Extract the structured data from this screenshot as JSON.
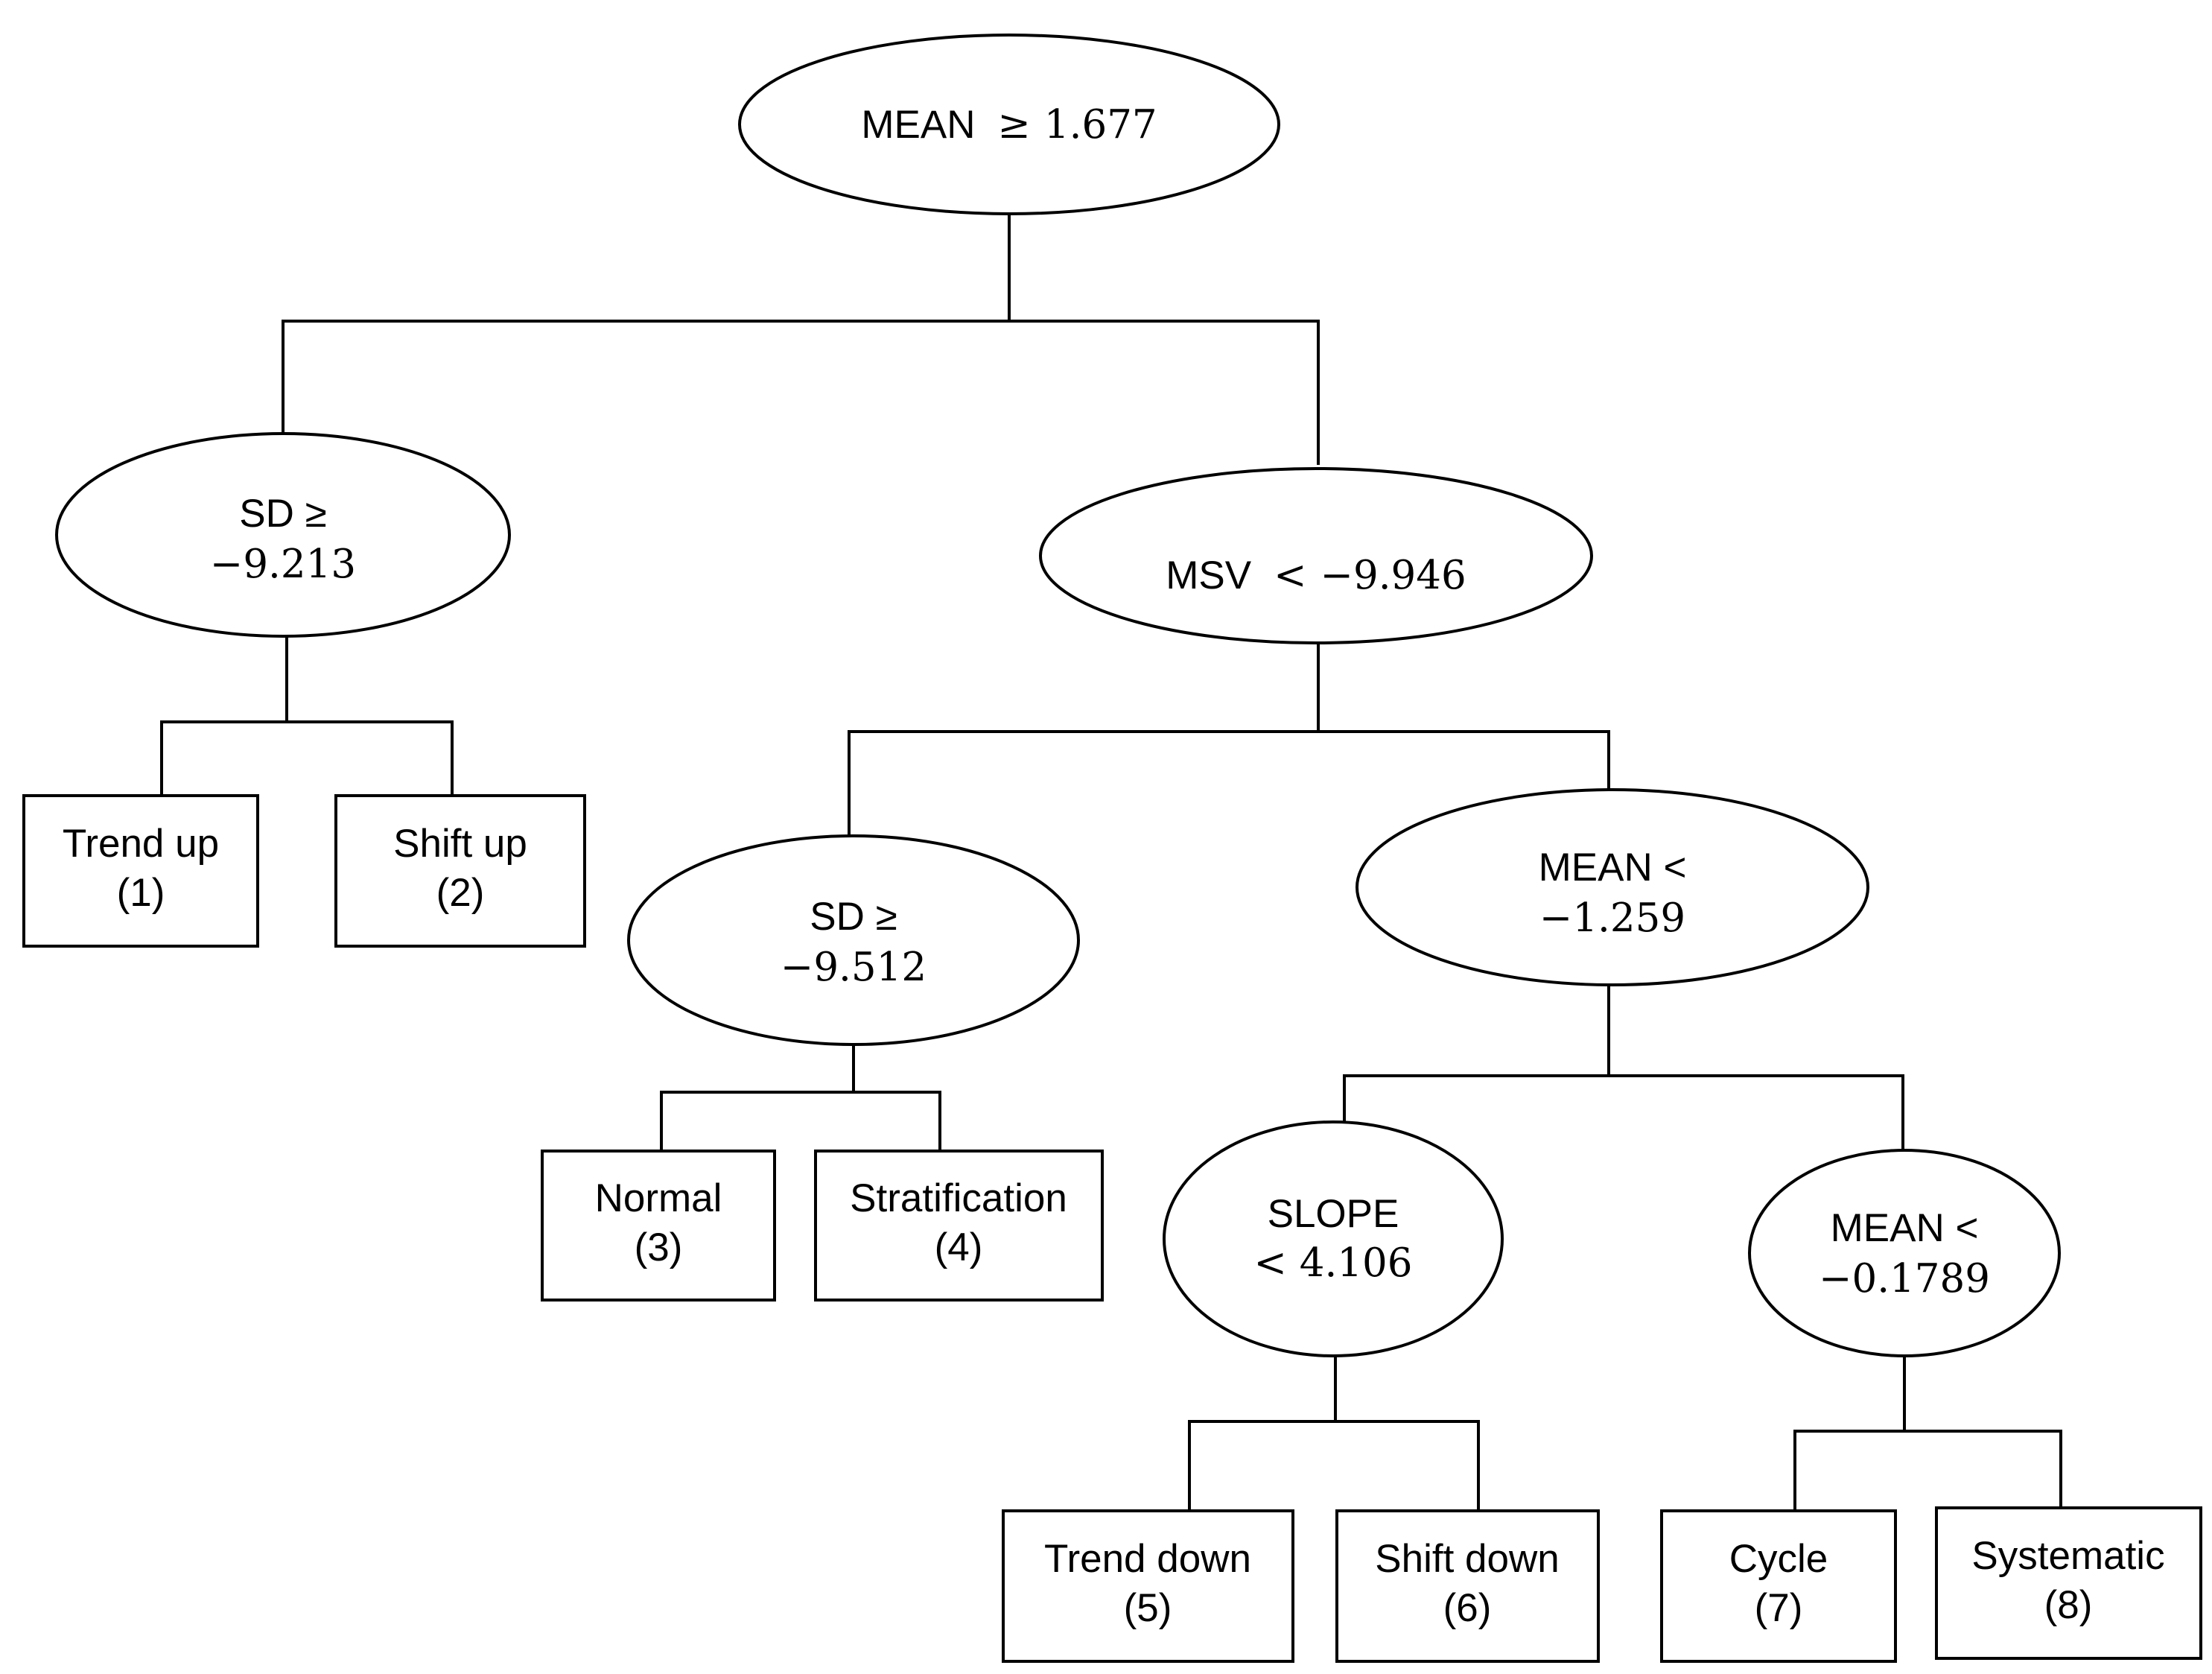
{
  "tree": {
    "root": {
      "label_text": "MEAN",
      "label_op": "≥",
      "label_value": "1.677"
    },
    "left_split": {
      "line1": "SD ≥",
      "line2": "−9.213"
    },
    "right_split": {
      "label_text": "MSV",
      "label_op": "<",
      "label_value": "−9.946"
    },
    "mid_split": {
      "line1": "SD ≥",
      "line2": "−9.512"
    },
    "mean_split": {
      "line1": "MEAN <",
      "line2": "−1.259"
    },
    "slope_split": {
      "line1": "SLOPE",
      "line2": "< 4.106"
    },
    "mean2_split": {
      "line1": "MEAN <",
      "line2": "−0.1789"
    },
    "leaves": [
      {
        "name": "Trend up",
        "number": "(1)"
      },
      {
        "name": "Shift up",
        "number": "(2)"
      },
      {
        "name": "Normal",
        "number": "(3)"
      },
      {
        "name": "Stratification",
        "number": "(4)"
      },
      {
        "name": "Trend down",
        "number": "(5)"
      },
      {
        "name": "Shift down",
        "number": "(6)"
      },
      {
        "name": "Cycle",
        "number": "(7)"
      },
      {
        "name": "Systematic",
        "number": "(8)"
      }
    ]
  }
}
